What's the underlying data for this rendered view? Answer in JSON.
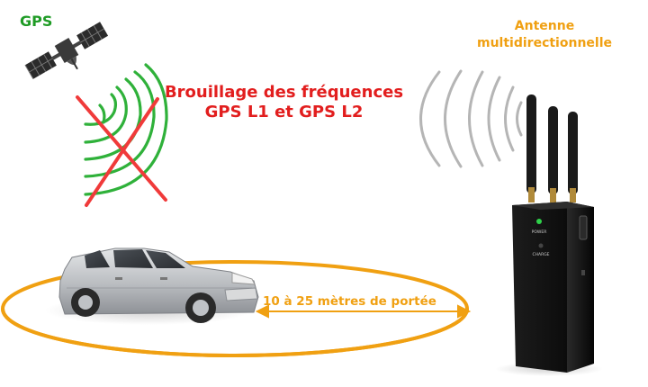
{
  "gps_label": "GPS",
  "headline": {
    "line1": "Brouillage des fréquences",
    "line2": "GPS L1 et GPS L2"
  },
  "antenna_label": {
    "line1": "Antenne",
    "line2": "multidirectionnelle"
  },
  "range_label": "10 à 25 mètres de portée",
  "device": {
    "power_label": "POWER",
    "charge_label": "CHARGE"
  },
  "icons": [
    "satellite-icon",
    "blocked-signal-icon",
    "signal-wave-icon",
    "car-icon",
    "jammer-device-icon",
    "range-ellipse-icon"
  ],
  "colors": {
    "gps_green": "#1e9b25",
    "headline_red": "#e21e1e",
    "accent_orange": "#f0a012",
    "cross_red": "#f03a3a",
    "wave_gray": "#b5b5b5",
    "device_black": "#121212"
  }
}
